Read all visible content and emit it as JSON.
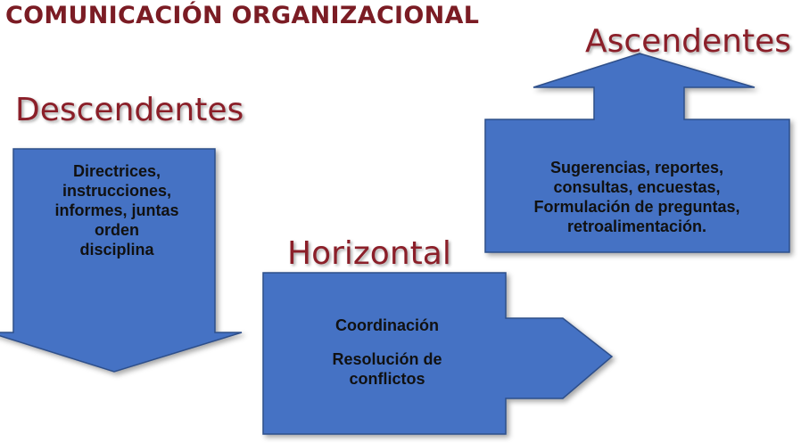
{
  "title": "COMUNICACIÓN ORGANIZACIONAL",
  "colors": {
    "title": "#7b1c24",
    "heading": "#8b1f29",
    "arrow_fill": "#4472c4",
    "arrow_stroke": "#2f4f8a",
    "text": "#111111"
  },
  "descendentes": {
    "heading": "Descendentes",
    "lines": [
      "Directrices,",
      "instrucciones,",
      "informes, juntas",
      "orden",
      "disciplina"
    ]
  },
  "ascendentes": {
    "heading": "Ascendentes",
    "lines": [
      "Sugerencias, reportes,",
      "consultas, encuestas,",
      "Formulación de preguntas,",
      "retroalimentación."
    ]
  },
  "horizontal": {
    "heading": "Horizontal",
    "item1": "Coordinación",
    "item2_lines": [
      "Resolución de",
      "conflictos"
    ]
  }
}
